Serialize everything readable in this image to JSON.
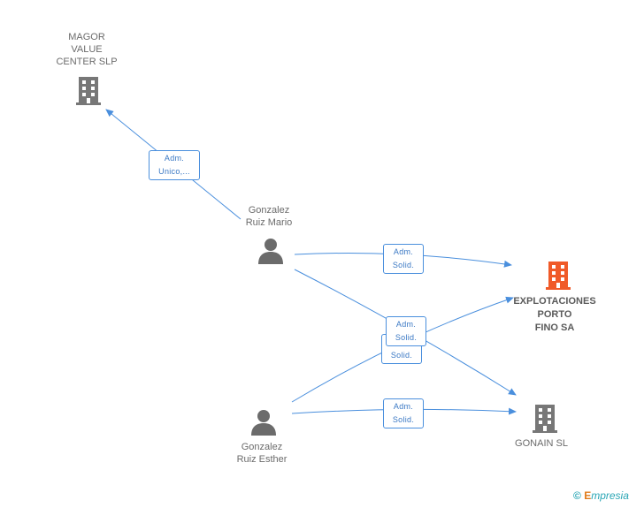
{
  "nodes": {
    "magor": {
      "label": "MAGOR\nVALUE\nCENTER  SLP",
      "kind": "company"
    },
    "mario": {
      "label": "Gonzalez\nRuiz Mario",
      "kind": "person"
    },
    "porto": {
      "label": "EXPLOTACIONES\nPORTO\nFINO SA",
      "kind": "company-main"
    },
    "esther": {
      "label": "Gonzalez\nRuiz Esther",
      "kind": "person"
    },
    "gonain": {
      "label": "GONAIN SL",
      "kind": "company"
    }
  },
  "edge_labels": {
    "mario_magor": "Adm.\nUnico,...",
    "mario_porto": "Adm.\nSolid.",
    "esther_porto_back": "Solid.",
    "mario_gonain": "Adm.\nSolid.",
    "esther_gonain": "Adm.\nSolid."
  },
  "icons": {
    "company": "building-icon",
    "company_main": "building-icon",
    "person": "person-icon"
  },
  "colors": {
    "edge": "#4a8fdd",
    "company_icon": "#777777",
    "main_company_icon": "#f05a28",
    "person_icon": "#6b6b6b"
  },
  "credit": {
    "symbol": "©",
    "brand_initial": "E",
    "brand_rest": "mpresia"
  }
}
